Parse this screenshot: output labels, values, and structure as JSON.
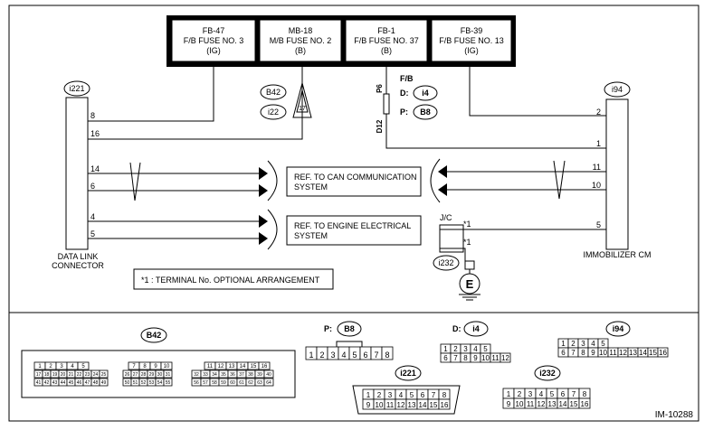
{
  "fuses": [
    {
      "code": "FB-47",
      "name": "F/B FUSE NO. 3",
      "supply": "(IG)"
    },
    {
      "code": "MB-18",
      "name": "M/B FUSE NO. 2",
      "supply": "(B)"
    },
    {
      "code": "FB-1",
      "name": "F/B FUSE NO. 37",
      "supply": "(B)"
    },
    {
      "code": "FB-39",
      "name": "F/B FUSE NO. 13",
      "supply": "(IG)"
    }
  ],
  "data_link": {
    "id": "i221",
    "label_line1": "DATA LINK",
    "label_line2": "CONNECTOR",
    "pins": [
      "8",
      "16",
      "14",
      "6",
      "4",
      "5"
    ]
  },
  "immobilizer": {
    "id": "i94",
    "label": "IMMOBILIZER CM",
    "pins": [
      "2",
      "1",
      "11",
      "10",
      "5"
    ]
  },
  "fb_block": {
    "title": "F/B",
    "d_label": "D:",
    "d_id": "i4",
    "p_label": "P:",
    "p_id": "B8",
    "p_pin": "P6",
    "d_pin": "D12"
  },
  "mb_ids": {
    "b42": "B42",
    "i22": "i22",
    "pin": "17"
  },
  "ref_can": {
    "line1": "REF. TO CAN COMMUNICATION",
    "line2": "SYSTEM"
  },
  "ref_engine": {
    "line1": "REF. TO ENGINE ELECTRICAL",
    "line2": "SYSTEM"
  },
  "jc": {
    "label": "J/C",
    "mark1": "*1",
    "mark2": "*1",
    "id": "i232",
    "ground": "E"
  },
  "note": "*1 : TERMINAL No. OPTIONAL ARRANGEMENT",
  "connectors": {
    "b42": {
      "label": "B42",
      "left_row1": [
        "1",
        "2",
        "3",
        "4",
        "5"
      ],
      "left_row2": [
        "17",
        "18",
        "19",
        "20",
        "21",
        "22",
        "23",
        "24",
        "25"
      ],
      "left_row3": [
        "41",
        "42",
        "43",
        "44",
        "45",
        "46",
        "47",
        "48",
        "49"
      ],
      "mid_row1": [
        "7",
        "8",
        "9",
        "10"
      ],
      "mid_row2": [
        "26",
        "27",
        "28",
        "29",
        "30",
        "31"
      ],
      "mid_row3": [
        "50",
        "51",
        "52",
        "53",
        "54",
        "55"
      ],
      "right_row1": [
        "11",
        "12",
        "13",
        "14",
        "15",
        "16"
      ],
      "right_row2": [
        "32",
        "33",
        "34",
        "35",
        "36",
        "37",
        "38",
        "39",
        "40"
      ],
      "right_row3": [
        "56",
        "57",
        "58",
        "59",
        "60",
        "61",
        "62",
        "63",
        "64"
      ]
    },
    "b8": {
      "prefix": "P:",
      "label": "B8",
      "pins": [
        "1",
        "2",
        "3",
        "4",
        "5",
        "6",
        "7",
        "8"
      ]
    },
    "i4": {
      "prefix": "D:",
      "label": "i4",
      "top": [
        "1",
        "2",
        "3",
        "4",
        "5"
      ],
      "bottom": [
        "6",
        "7",
        "8",
        "9",
        "10",
        "11",
        "12"
      ]
    },
    "i94": {
      "label": "i94",
      "top": [
        "1",
        "2",
        "3",
        "4",
        "5"
      ],
      "bottom": [
        "6",
        "7",
        "8",
        "9",
        "10",
        "11",
        "12",
        "13",
        "14",
        "15",
        "16"
      ]
    },
    "i221": {
      "label": "i221",
      "top": [
        "1",
        "2",
        "3",
        "4",
        "5",
        "6",
        "7",
        "8"
      ],
      "bottom": [
        "9",
        "10",
        "11",
        "12",
        "13",
        "14",
        "15",
        "16"
      ]
    },
    "i232": {
      "label": "i232",
      "top": [
        "1",
        "2",
        "3",
        "4",
        "5",
        "6",
        "7",
        "8"
      ],
      "bottom": [
        "9",
        "10",
        "11",
        "12",
        "13",
        "14",
        "15",
        "16"
      ]
    }
  },
  "figure_id": "IM-10288"
}
